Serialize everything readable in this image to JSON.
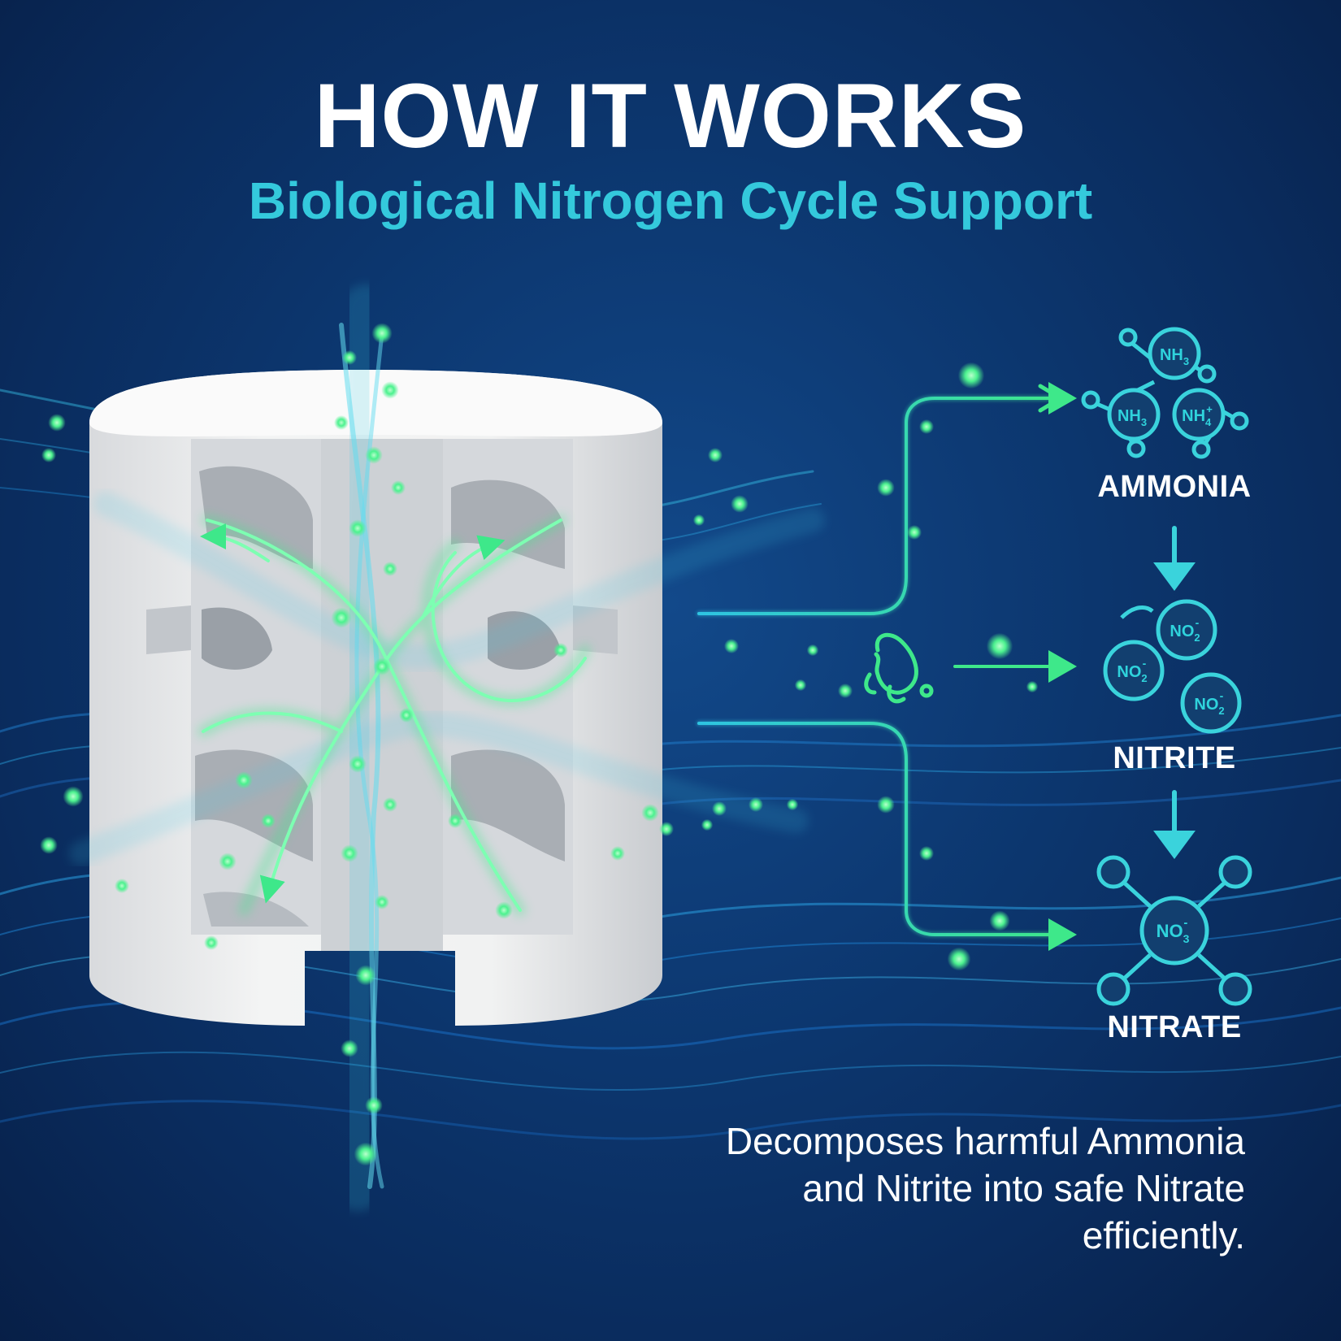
{
  "header": {
    "title": "HOW IT WORKS",
    "subtitle": "Biological Nitrogen Cycle Support"
  },
  "stages": [
    {
      "label": "AMMONIA",
      "formula": "NH3"
    },
    {
      "label": "NITRITE",
      "formula": "NO2-"
    },
    {
      "label": "NITRATE",
      "formula": "NO3-"
    }
  ],
  "molecule_text": {
    "nh3": "NH",
    "nh3_sub": "3",
    "nh4": "NH",
    "nh4_sub": "4",
    "nh4_sup": "+",
    "no2": "NO",
    "no2_sub": "2",
    "no2_sup": "-",
    "no3": "NO",
    "no3_sub": "3",
    "no3_sup": "-"
  },
  "description": {
    "line1": "Decomposes harmful Ammonia",
    "line2": "and Nitrite into safe Nitrate",
    "line3": "efficiently."
  },
  "icons": {
    "bacteria": "bacteria-icon",
    "filter": "bio-ring-filter-media",
    "arrow": "arrow-icon"
  },
  "colors": {
    "background": "#0a2c5e",
    "accent_cyan": "#34c9dc",
    "accent_green": "#3ee88a",
    "text": "#ffffff"
  }
}
